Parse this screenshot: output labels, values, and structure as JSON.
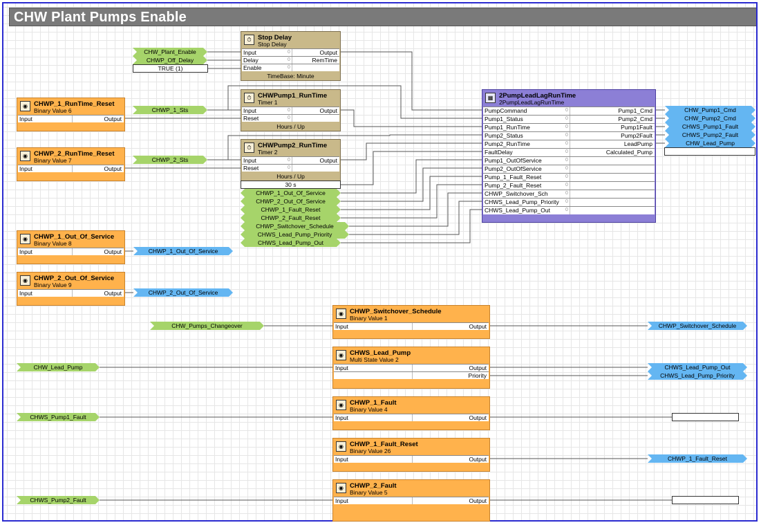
{
  "title": "CHW Plant Pumps Enable",
  "colors": {
    "binary_value": "#ffb24c",
    "timer_block": "#c9b98a",
    "leadlag_block": "#8c7fd6",
    "input_tag": "#a6d46a",
    "output_tag": "#64b6f2",
    "frame_border": "#2a2ad0"
  },
  "zero": "0",
  "stop_delay": {
    "title": "Stop Delay",
    "subtitle": "Stop Delay",
    "input": "Input",
    "delay": "Delay",
    "enable": "Enable",
    "output": "Output",
    "remtime": "RemTime",
    "footer": "TimeBase: Minute"
  },
  "pump1_runtime": {
    "title": "CHWPump1_RunTime",
    "subtitle": "Timer 1",
    "input": "Input",
    "reset": "Reset",
    "output": "Output",
    "footer": "Hours / Up"
  },
  "pump2_runtime": {
    "title": "CHWPump2_RunTime",
    "subtitle": "Timer 2",
    "input": "Input",
    "reset": "Reset",
    "output": "Output",
    "footer": "Hours / Up"
  },
  "leadlag": {
    "title": "2PumpLeadLagRunTime",
    "subtitle": "2PumpLeadLagRunTime",
    "inputs": [
      "PumpCommand",
      "Pump1_Status",
      "Pump1_RunTime",
      "Pump2_Status",
      "Pump2_RunTime",
      "FaultDelay",
      "Pump1_OutOfService",
      "Pump2_OutOfService",
      "Pump_1_Fault_Reset",
      "Pump_2_Fault_Reset",
      "CHWP_Switchover_Sch",
      "CHWS_Lead_Pump_Priority",
      "CHWS_Lead_Pump_Out"
    ],
    "outputs": [
      "Pump1_Cmd",
      "Pump2_Cmd",
      "Pump1Fault",
      "Pump2Fault",
      "LeadPump",
      "Calculated_Pump"
    ]
  },
  "bv_blocks": {
    "rt1_reset": {
      "title": "CHWP_1_RunTime_Reset",
      "subtitle": "Binary Value 6",
      "input": "Input",
      "output": "Output"
    },
    "rt2_reset": {
      "title": "CHWP_2_RunTime_Reset",
      "subtitle": "Binary Value 7",
      "input": "Input",
      "output": "Output"
    },
    "oos1": {
      "title": "CHWP_1_Out_Of_Service",
      "subtitle": "Binary Value 8",
      "input": "Input",
      "output": "Output"
    },
    "oos2": {
      "title": "CHWP_2_Out_Of_Service",
      "subtitle": "Binary Value 9",
      "input": "Input",
      "output": "Output"
    },
    "switchover": {
      "title": "CHWP_Switchover_Schedule",
      "subtitle": "Binary Value 1",
      "input": "Input",
      "output": "Output"
    },
    "lead_pump": {
      "title": "CHWS_Lead_Pump",
      "subtitle": "Multi State Value 2",
      "input": "Input",
      "output": "Output",
      "priority": "Priority"
    },
    "fault1": {
      "title": "CHWP_1_Fault",
      "subtitle": "Binary Value 4",
      "input": "Input",
      "output": "Output"
    },
    "fault1_reset": {
      "title": "CHWP_1_Fault_Reset",
      "subtitle": "Binary Value 26",
      "input": "Input",
      "output": "Output"
    },
    "fault2": {
      "title": "CHWP_2_Fault",
      "subtitle": "Binary Value 5",
      "input": "Input",
      "output": "Output"
    }
  },
  "tags_in": {
    "plant_enable": "CHW_Plant_Enable",
    "off_delay": "CHWP_Off_Delay",
    "sts1": "CHWP_1_Sts",
    "sts2": "CHWP_2_Sts",
    "pumps_changeover": "CHW_Pumps_Changeover",
    "chw_lead_pump": "CHW_Lead_Pump",
    "pump1_fault": "CHWS_Pump1_Fault",
    "pump2_fault": "CHWS_Pump2_Fault"
  },
  "tags_const": {
    "true1": "TRUE (1)",
    "delay30": "30 s"
  },
  "tags_mid": [
    "CHWP_1_Out_Of_Service",
    "CHWP_2_Out_Of_Service",
    "CHWP_1_Fault_Reset",
    "CHWP_2_Fault_Reset",
    "CHWP_Switchover_Schedule",
    "CHWS_Lead_Pump_Priority",
    "CHWS_Lead_Pump_Out"
  ],
  "tags_out": {
    "oos1": "CHWP_1_Out_Of_Service",
    "oos2": "CHWP_2_Out_Of_Service",
    "pump1_cmd": "CHW_Pump1_Cmd",
    "pump2_cmd": "CHW_Pump2_Cmd",
    "pump1_fault": "CHWS_Pump1_Fault",
    "pump2_fault": "CHWS_Pump2_Fault",
    "lead_pump": "CHW_Lead_Pump",
    "switchover": "CHWP_Switchover_Schedule",
    "lead_out": "CHWS_Lead_Pump_Out",
    "lead_priority": "CHWS_Lead_Pump_Priority",
    "fault_reset1": "CHWP_1_Fault_Reset"
  }
}
